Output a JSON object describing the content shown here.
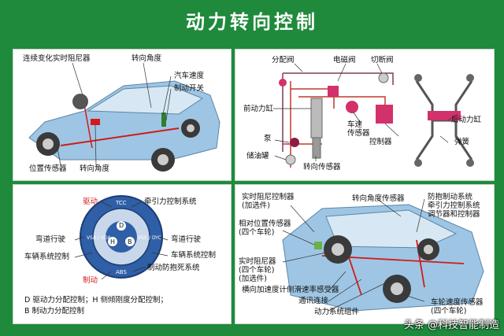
{
  "title": "动力转向控制",
  "panel1": {
    "labels": {
      "cvt_damper": "连续变化实时阻尼器",
      "steer_angle_top": "转向角度",
      "vehicle_speed": "汽车速度",
      "brake_switch": "制动开关",
      "position_sensor": "位置传感器",
      "steer_angle_bottom": "转向角度"
    }
  },
  "panel2": {
    "labels": {
      "dist_valve": "分配阀",
      "solenoid_valve": "电磁阀",
      "cutoff_valve": "切断阀",
      "front_cylinder": "前动力缸",
      "speed_sensor": "车速\n传感器",
      "pump": "泵",
      "controller": "控制器",
      "rear_cylinder": "后动力缸",
      "spring": "弹簧",
      "reservoir": "储油罐",
      "steer_sensor": "转向传感器"
    }
  },
  "panel3": {
    "ring": {
      "top": "TCC",
      "bottom": "ABS",
      "left": "VSA / VDA",
      "right": "VSC / DYC",
      "center_top": "D",
      "center_left": "H",
      "center_right": "B"
    },
    "labels": {
      "drive": "驱动",
      "traction": "牵引力控制系统",
      "corner_left": "弯道行驶",
      "corner_right": "弯道行驶",
      "vehicle_ctrl_left": "车辆系统控制",
      "vehicle_ctrl_right": "车辆系统控制",
      "brake": "制动",
      "abs": "制动防抱死系统"
    },
    "legend_line1": "D  驱动力分配控制；H  侧倾刚度分配控制；",
    "legend_line2": "B  制动力分配控制"
  },
  "panel4": {
    "labels": {
      "rt_ctrl": "实时阻尼控制器\n(加选件)",
      "steer_sensor": "转向角度传感器",
      "anti_roll": "防抱制动系统\n牵引力控制系统\n调节器和控制器",
      "rel_pos": "相对位置传感器\n(四个车轮)",
      "rt_damper": "实时阻尼器\n(四个车轮)\n(加选件)",
      "lat_accel": "横向加速度计侧滑速率感受器",
      "comm": "通讯连接",
      "power_module": "动力系统组件",
      "wheel_speed": "车轮速度传感器\n(四个车轮)"
    }
  },
  "watermark": "头条 @科技智能制造",
  "colors": {
    "bg": "#1f8a3c",
    "car": "#9ec6e4",
    "accent_red": "#d21a1a",
    "leader": "#333333"
  }
}
